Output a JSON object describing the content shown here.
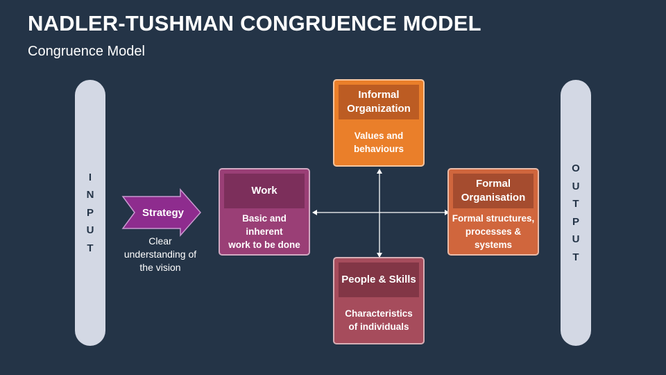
{
  "header": {
    "title": "NADLER-TUSHMAN CONGRUENCE MODEL",
    "subtitle": "Congruence Model"
  },
  "input_bar": {
    "letters": [
      "I",
      "N",
      "P",
      "U",
      "T"
    ]
  },
  "output_bar": {
    "letters": [
      "O",
      "U",
      "T",
      "P",
      "U",
      "T"
    ]
  },
  "strategy": {
    "label": "Strategy",
    "desc_lines": [
      "Clear",
      "understanding of",
      "the vision"
    ]
  },
  "boxes": {
    "work": {
      "title": "Work",
      "desc_lines": [
        "Basic and inherent",
        "work to be done"
      ]
    },
    "informal": {
      "title_lines": [
        "Informal",
        "Organization"
      ],
      "desc_lines": [
        "Values and",
        "behaviours"
      ]
    },
    "formal": {
      "title_lines": [
        "Formal",
        "Organisation"
      ],
      "desc_lines": [
        "Formal structures,",
        "processes &",
        "systems"
      ]
    },
    "people": {
      "title": "People & Skills",
      "desc_lines": [
        "Characteristics",
        "of individuals"
      ]
    }
  },
  "colors": {
    "background": "#243447",
    "bar": "#d3d8e4",
    "strategy": "#8e2c8e",
    "work": "#9a3f76",
    "work_head": "#7c2f5b",
    "informal": "#ea7f2a",
    "informal_head": "#bc5c23",
    "formal": "#d0663d",
    "formal_head": "#a54c2f",
    "people": "#a64c5c",
    "people_head": "#823646"
  }
}
